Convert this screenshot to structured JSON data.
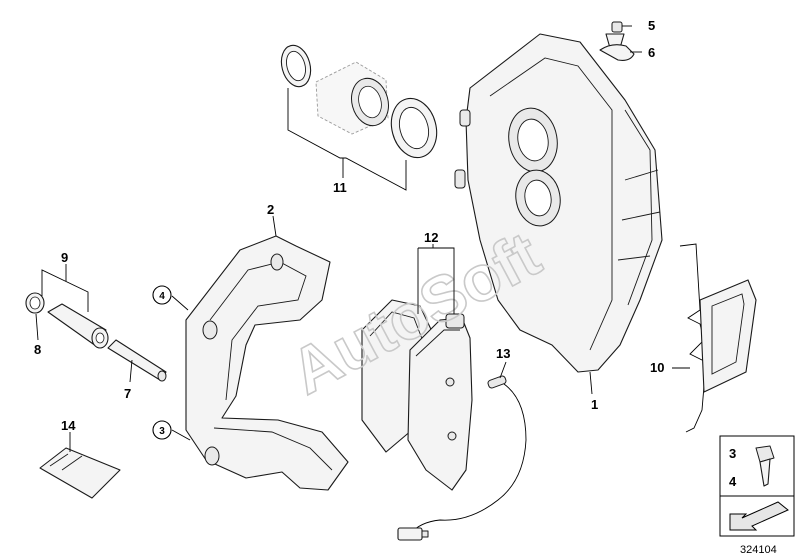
{
  "watermark": "AutoSoft",
  "callouts": {
    "c1": "1",
    "c2": "2",
    "c3": "3",
    "c4": "4",
    "c5": "5",
    "c6": "6",
    "c7": "7",
    "c8": "8",
    "c9": "9",
    "c10": "10",
    "c11": "11",
    "c12": "12",
    "c13": "13",
    "c14": "14"
  },
  "legend_box": {
    "top_label": "3",
    "bottom_label": "4"
  },
  "doc_number": "324104"
}
